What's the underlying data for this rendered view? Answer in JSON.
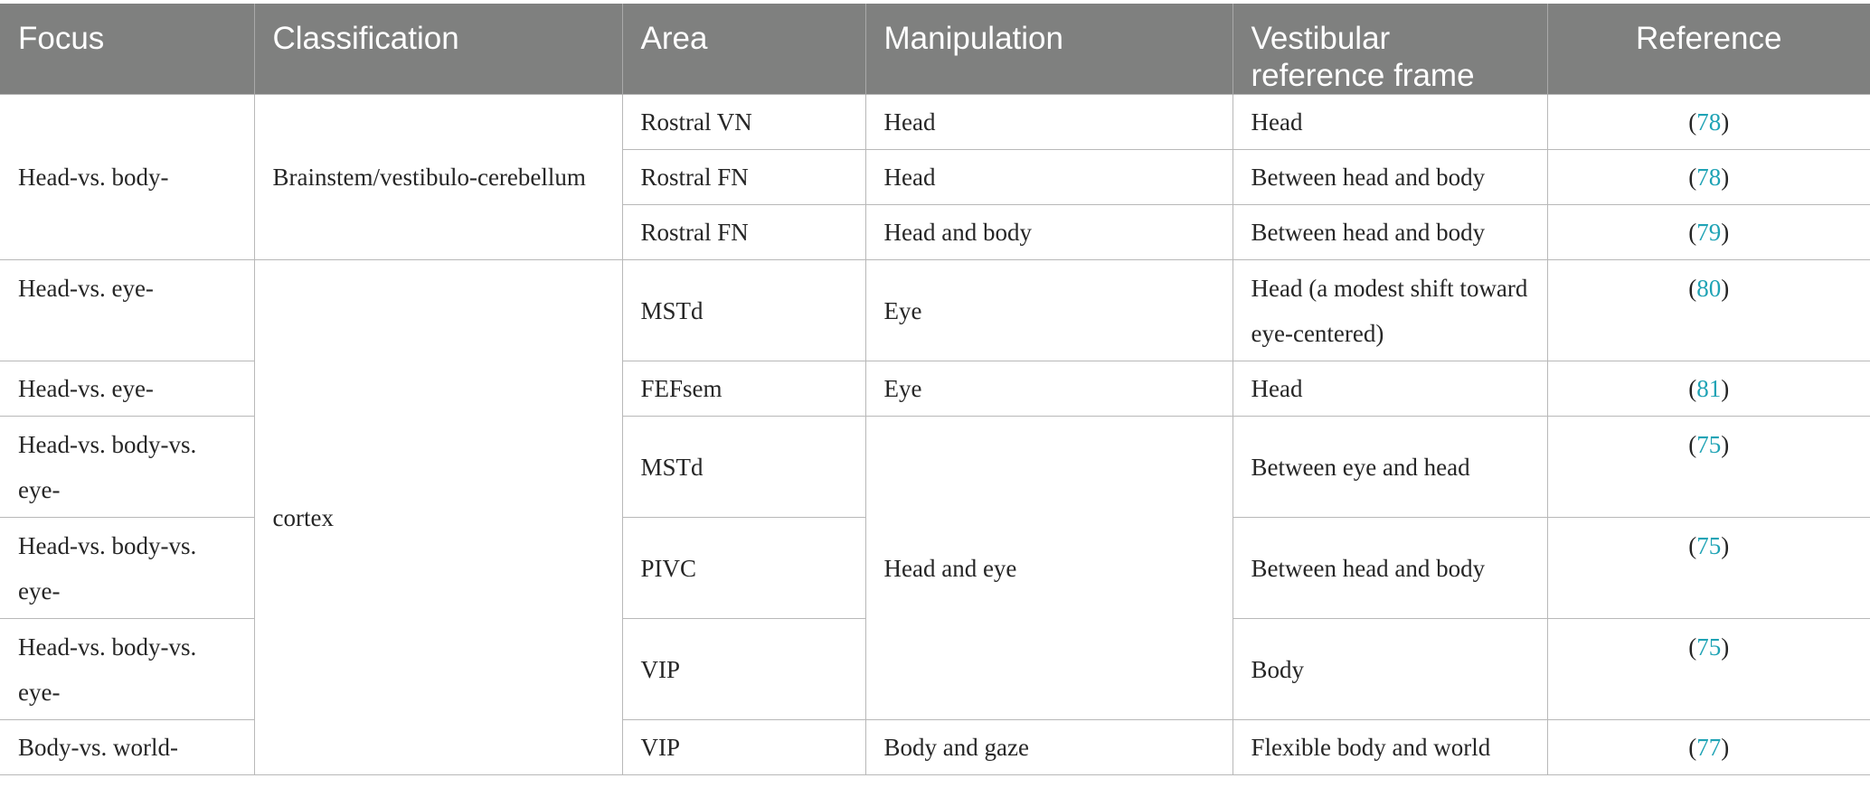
{
  "headers": [
    "Focus",
    "Classification",
    "Area",
    "Manipulation",
    "Vestibular reference frame",
    "Reference"
  ],
  "classifications": [
    "Brainstem/vestibulo-cerebellum",
    "cortex"
  ],
  "rows": [
    {
      "focus": "Head-vs. body-",
      "area": "Rostral VN",
      "manipulation": "Head",
      "frame": "Head",
      "ref": "78"
    },
    {
      "area": "Rostral FN",
      "manipulation": "Head",
      "frame": "Between head and body",
      "ref": "78"
    },
    {
      "area": "Rostral FN",
      "manipulation": "Head and body",
      "frame": "Between head and body",
      "ref": "79"
    },
    {
      "focus": "Head-vs. eye-",
      "area": "MSTd",
      "manipulation": "Eye",
      "frame": "Head (a modest shift toward eye-centered)",
      "ref": "80"
    },
    {
      "focus": "Head-vs. eye-",
      "area": "FEFsem",
      "manipulation": "Eye",
      "frame": "Head",
      "ref": "81"
    },
    {
      "focus": "Head-vs. body-vs. eye-",
      "area": "MSTd",
      "manipulation": "Head and eye",
      "frame": "Between eye and head",
      "ref": "75"
    },
    {
      "focus": "Head-vs. body-vs. eye-",
      "area": "PIVC",
      "frame": "Between head and body",
      "ref": "75"
    },
    {
      "focus": "Head-vs. body-vs. eye-",
      "area": "VIP",
      "frame": "Body",
      "ref": "75"
    },
    {
      "focus": "Body-vs. world-",
      "area": "VIP",
      "manipulation": "Body and gaze",
      "frame": "Flexible body and world",
      "ref": "77"
    }
  ]
}
